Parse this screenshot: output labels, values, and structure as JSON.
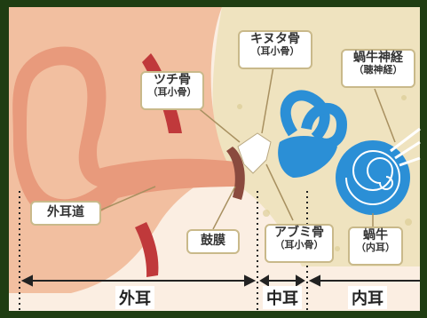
{
  "labels": {
    "tsuchi": {
      "main": "ツチ骨",
      "sub": "（耳小骨）"
    },
    "kinuta": {
      "main": "キヌタ骨",
      "sub": "（耳小骨）"
    },
    "kagyu_shinkei": {
      "main": "蝸牛神経",
      "sub": "（聴神経）"
    },
    "gaijido": {
      "main": "外耳道"
    },
    "komaku": {
      "main": "鼓膜"
    },
    "abumi": {
      "main": "アブミ骨",
      "sub": "（耳小骨）"
    },
    "kagyu": {
      "main": "蝸牛",
      "sub": "（内耳）"
    }
  },
  "regions": {
    "outer": "外耳",
    "middle": "中耳",
    "inner": "内耳"
  },
  "colors": {
    "frame": "#1f3d12",
    "skin": "#f2bfa0",
    "skin_dark": "#e89a7c",
    "bone": "#efe3bf",
    "inner_ear": "#2b8fd6",
    "label_border": "#c9b98a"
  }
}
